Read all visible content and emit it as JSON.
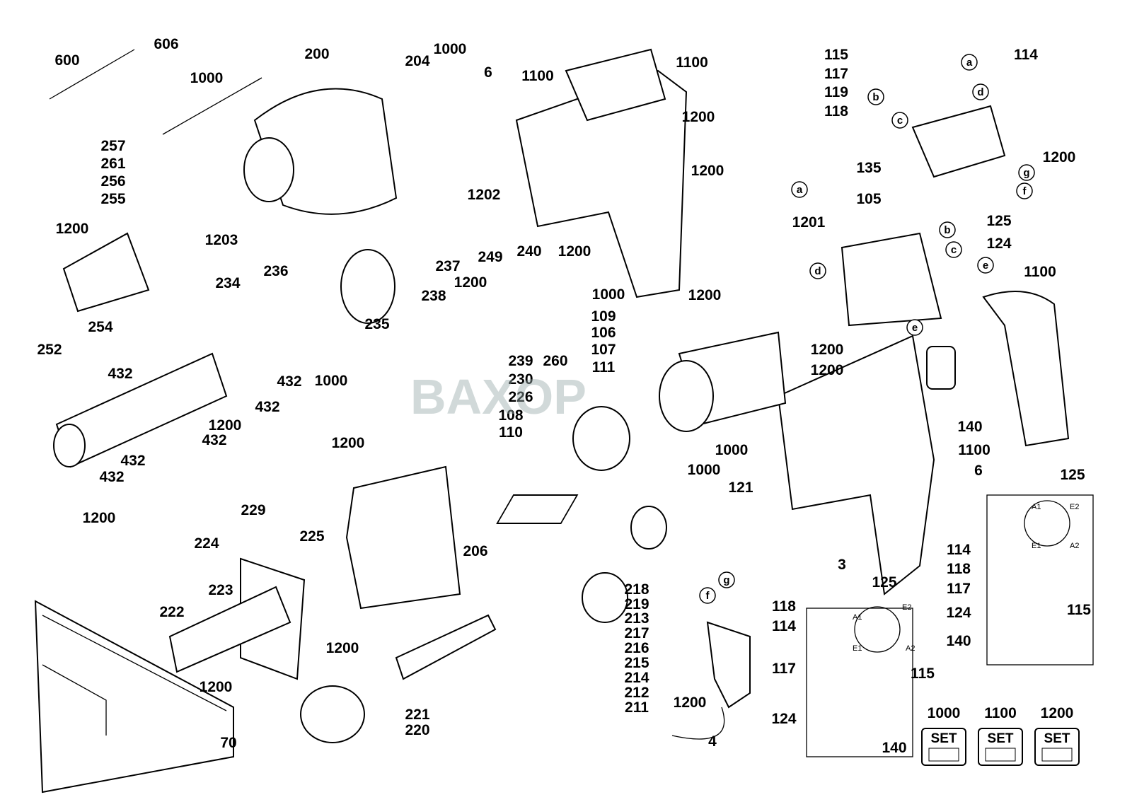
{
  "diagram": {
    "title": "Exploded parts diagram - rotary hammer drill",
    "watermark": "BAXOP",
    "part_labels": [
      "600",
      "606",
      "1000",
      "200",
      "204",
      "1000",
      "6",
      "1100",
      "1100",
      "115",
      "117",
      "119",
      "118",
      "114",
      "1200",
      "257",
      "261",
      "256",
      "255",
      "1200",
      "1203",
      "1202",
      "1200",
      "1200",
      "135",
      "105",
      "1201",
      "125",
      "124",
      "236",
      "237",
      "249",
      "240",
      "1200",
      "1000",
      "1200",
      "234",
      "1200",
      "238",
      "1100",
      "109",
      "106",
      "107",
      "111",
      "235",
      "254",
      "252",
      "239",
      "260",
      "1200",
      "432",
      "230",
      "226",
      "1000",
      "432",
      "1200",
      "432",
      "1200",
      "1200",
      "432",
      "108",
      "110",
      "140",
      "1000",
      "1100",
      "6",
      "432",
      "432",
      "1000",
      "121",
      "229",
      "125",
      "1200",
      "206",
      "224",
      "225",
      "114",
      "118",
      "117",
      "124",
      "140",
      "115",
      "3",
      "125",
      "223",
      "218",
      "219",
      "213",
      "217",
      "216",
      "215",
      "214",
      "212",
      "211",
      "222",
      "118",
      "114",
      "117",
      "115",
      "1200",
      "1200",
      "1200",
      "221",
      "220",
      "124",
      "140",
      "70",
      "4"
    ],
    "connector_letters": [
      "a",
      "b",
      "c",
      "d",
      "g",
      "f",
      "a",
      "d",
      "b",
      "c",
      "e",
      "e",
      "f",
      "g"
    ],
    "terminal_labels": [
      "A1",
      "E2",
      "E1",
      "A2",
      "A1",
      "E2",
      "E1",
      "A2"
    ],
    "sets": [
      {
        "number": "1000",
        "label": "SET",
        "icon": "screw-set-icon"
      },
      {
        "number": "1100",
        "label": "SET",
        "icon": "housing-set-icon"
      },
      {
        "number": "1200",
        "label": "SET",
        "icon": "small-parts-set-icon"
      }
    ]
  }
}
